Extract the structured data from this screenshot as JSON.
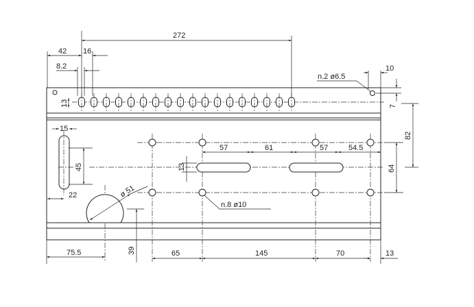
{
  "dimensions": {
    "d272": "272",
    "d42": "42",
    "d16": "16",
    "d8_2": "8.2",
    "d10": "10",
    "d7": "7",
    "d82": "82",
    "d64": "64",
    "d13_top": "13",
    "d15": "15",
    "d45": "45",
    "d22": "22",
    "d13_slot": "13",
    "d57a": "57",
    "d61": "61",
    "d57b": "57",
    "d54_5": "54.5",
    "d51": "ø 51",
    "d75_5": "75.5",
    "d39": "39",
    "d65": "65",
    "d145": "145",
    "d70": "70",
    "d13_right": "13"
  },
  "notes": {
    "holes_small": "n.2 ø6.5",
    "holes_main": "n.8 ø10"
  },
  "colors": {
    "plate": "#e6e6e6",
    "line": "#222222"
  }
}
